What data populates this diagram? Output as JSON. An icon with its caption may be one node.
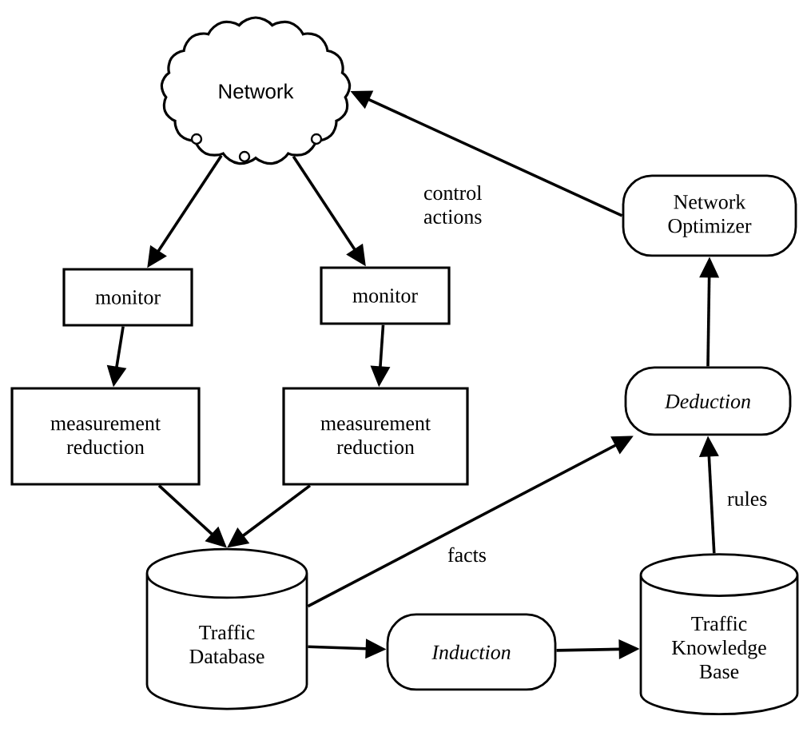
{
  "diagram": {
    "nodes": [
      {
        "text": [
          "Network"
        ]
      },
      {
        "text": [
          "monitor"
        ]
      },
      {
        "text": [
          "monitor"
        ]
      },
      {
        "text": [
          "measurement reduction"
        ]
      },
      {
        "text": [
          "measurement reduction"
        ]
      },
      {
        "text": [
          "Traffic Database"
        ]
      },
      {
        "text": [
          "Induction"
        ]
      },
      {
        "text": [
          "Traffic Knowledge Base"
        ]
      },
      {
        "text": [
          "Deduction"
        ]
      },
      {
        "text": [
          "Network Optimizer"
        ]
      }
    ],
    "edges": [
      {
        "from": 0,
        "to": 1,
        "arrow": "to"
      },
      {
        "from": 0,
        "to": 2,
        "arrow": "to"
      },
      {
        "from": 1,
        "to": 3,
        "arrow": "to"
      },
      {
        "from": 2,
        "to": 4,
        "arrow": "to"
      },
      {
        "from": 3,
        "to": 5,
        "arrow": "to"
      },
      {
        "from": 4,
        "to": 5,
        "arrow": "to"
      },
      {
        "from": 5,
        "to": 6,
        "arrow": "to"
      },
      {
        "from": 6,
        "to": 7,
        "arrow": "to"
      },
      {
        "from": 5,
        "to": 8,
        "arrow": "to",
        "label": "facts"
      },
      {
        "from": 7,
        "to": 8,
        "arrow": "to",
        "label": "rules"
      },
      {
        "from": 8,
        "to": 9,
        "arrow": "to"
      },
      {
        "from": 9,
        "to": 0,
        "arrow": "to",
        "label": "control actions"
      }
    ]
  }
}
